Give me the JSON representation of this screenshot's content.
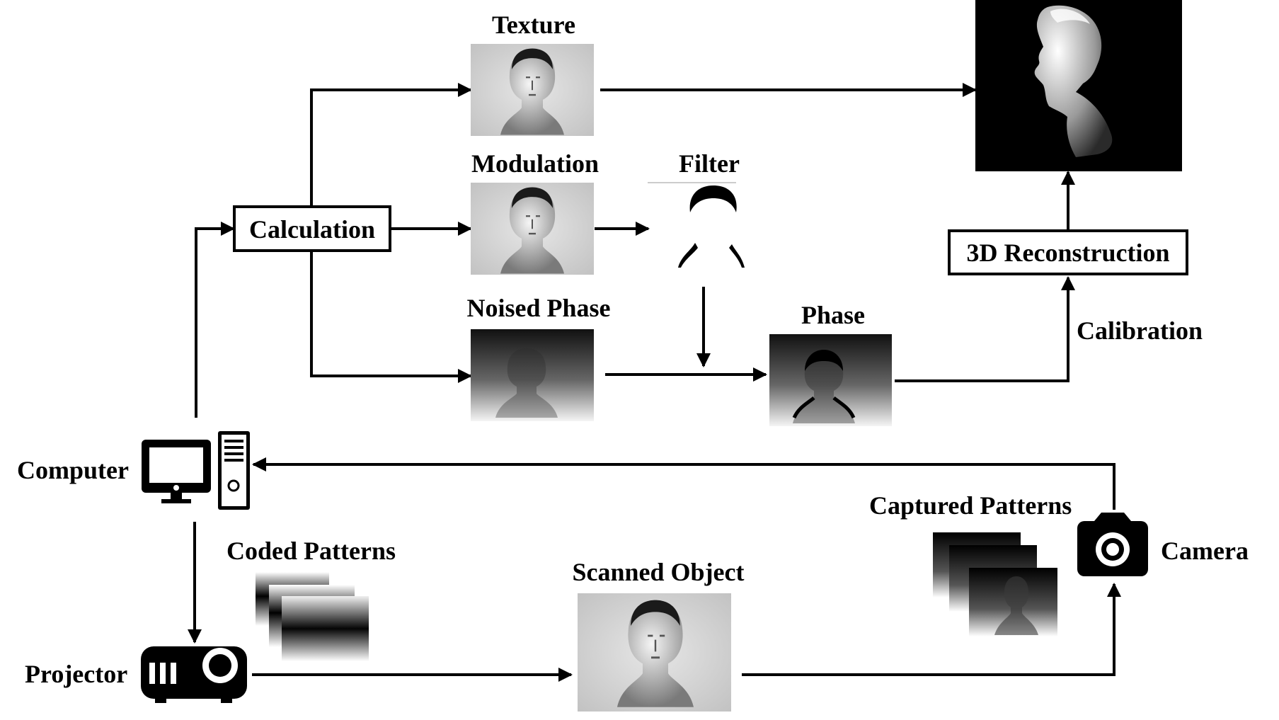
{
  "labels": {
    "texture": "Texture",
    "modulation": "Modulation",
    "filter": "Filter",
    "noised_phase": "Noised Phase",
    "phase": "Phase",
    "calculation": "Calculation",
    "reconstruction": "3D Reconstruction",
    "calibration": "Calibration",
    "computer": "Computer",
    "projector": "Projector",
    "coded_patterns": "Coded Patterns",
    "scanned_object": "Scanned Object",
    "captured_patterns": "Captured Patterns",
    "camera": "Camera"
  },
  "icons": {
    "computer": "monitor-icon",
    "tower": "computer-tower-icon",
    "projector": "projector-icon",
    "camera": "camera-icon"
  },
  "colors": {
    "stroke": "#000000",
    "background": "#ffffff"
  }
}
